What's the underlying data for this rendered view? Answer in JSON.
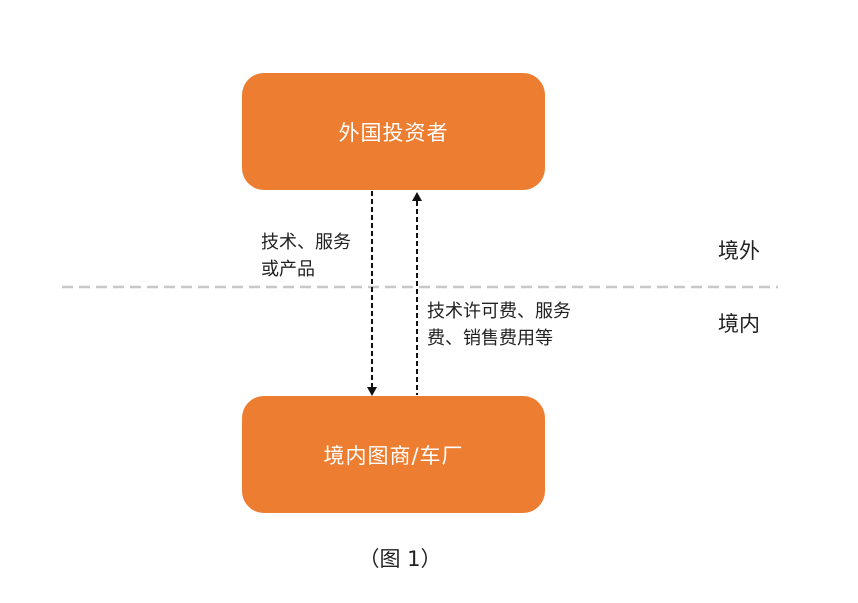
{
  "colors": {
    "box_fill": "#ED7D31",
    "box_text": "#FFFFFF",
    "arrow": "#111111",
    "divider": "#C8C8C8",
    "text": "#222222"
  },
  "nodes": {
    "top": "外国投资者",
    "bottom": "境内图商/车厂"
  },
  "flows": {
    "down": {
      "line1": "技术、服务",
      "line2": "或产品"
    },
    "up": {
      "line1": "技术许可费、服务",
      "line2": "费、销售费用等"
    }
  },
  "regions": {
    "outside": "境外",
    "inside": "境内"
  },
  "caption": "（图 1）"
}
